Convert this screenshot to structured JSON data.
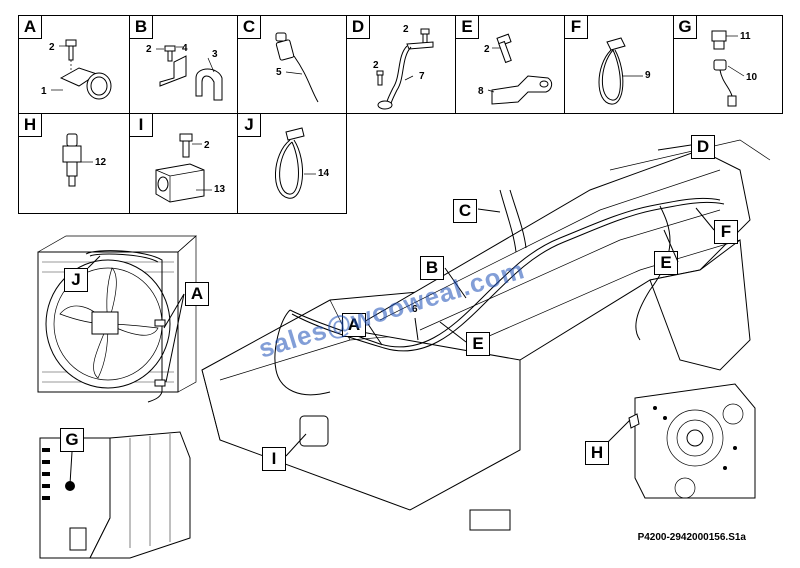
{
  "panels": [
    {
      "letter": "A",
      "parts": [
        "2",
        "1"
      ]
    },
    {
      "letter": "B",
      "parts": [
        "2",
        "4",
        "3"
      ]
    },
    {
      "letter": "C",
      "parts": [
        "5"
      ]
    },
    {
      "letter": "D",
      "parts": [
        "2",
        "2",
        "7"
      ]
    },
    {
      "letter": "E",
      "parts": [
        "2",
        "8"
      ]
    },
    {
      "letter": "F",
      "parts": [
        "9"
      ]
    },
    {
      "letter": "G",
      "parts": [
        "11",
        "10"
      ]
    },
    {
      "letter": "H",
      "parts": [
        "12"
      ]
    },
    {
      "letter": "I",
      "parts": [
        "2",
        "13"
      ]
    },
    {
      "letter": "J",
      "parts": [
        "14"
      ]
    }
  ],
  "callouts": {
    "J": "J",
    "A_fan": "A",
    "G": "G",
    "H": "H",
    "I": "I",
    "A_main": "A",
    "B": "B",
    "C": "C",
    "D": "D",
    "E_main": "E",
    "E_right": "E",
    "F": "F"
  },
  "main_label_6": "6",
  "drawing_code": "P4200-2942000156.S1a",
  "watermark": "sales@wooweal.com"
}
